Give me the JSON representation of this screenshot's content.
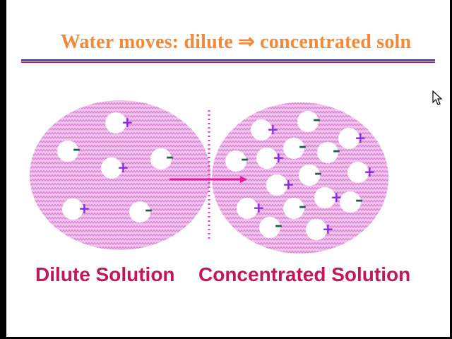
{
  "slide": {
    "title": "Water moves:  dilute ⇒ concentrated soln",
    "caption_left": "Dilute Solution",
    "caption_right": "Concentrated  Solution"
  },
  "symbols": {
    "positive": "+",
    "negative": "–"
  },
  "colors": {
    "title": "#f08a3a",
    "caption": "#c0185a",
    "rule_blue": "#2a2aa8",
    "rule_red": "#c2185b",
    "solution_fill": "#e9a6e6",
    "membrane": "#e040c8",
    "arrow": "#e8179c",
    "positive_ion": "#8a2be2",
    "negative_ion": "#1f5f4a"
  },
  "icons": {
    "cursor": "mouse-pointer-icon"
  }
}
